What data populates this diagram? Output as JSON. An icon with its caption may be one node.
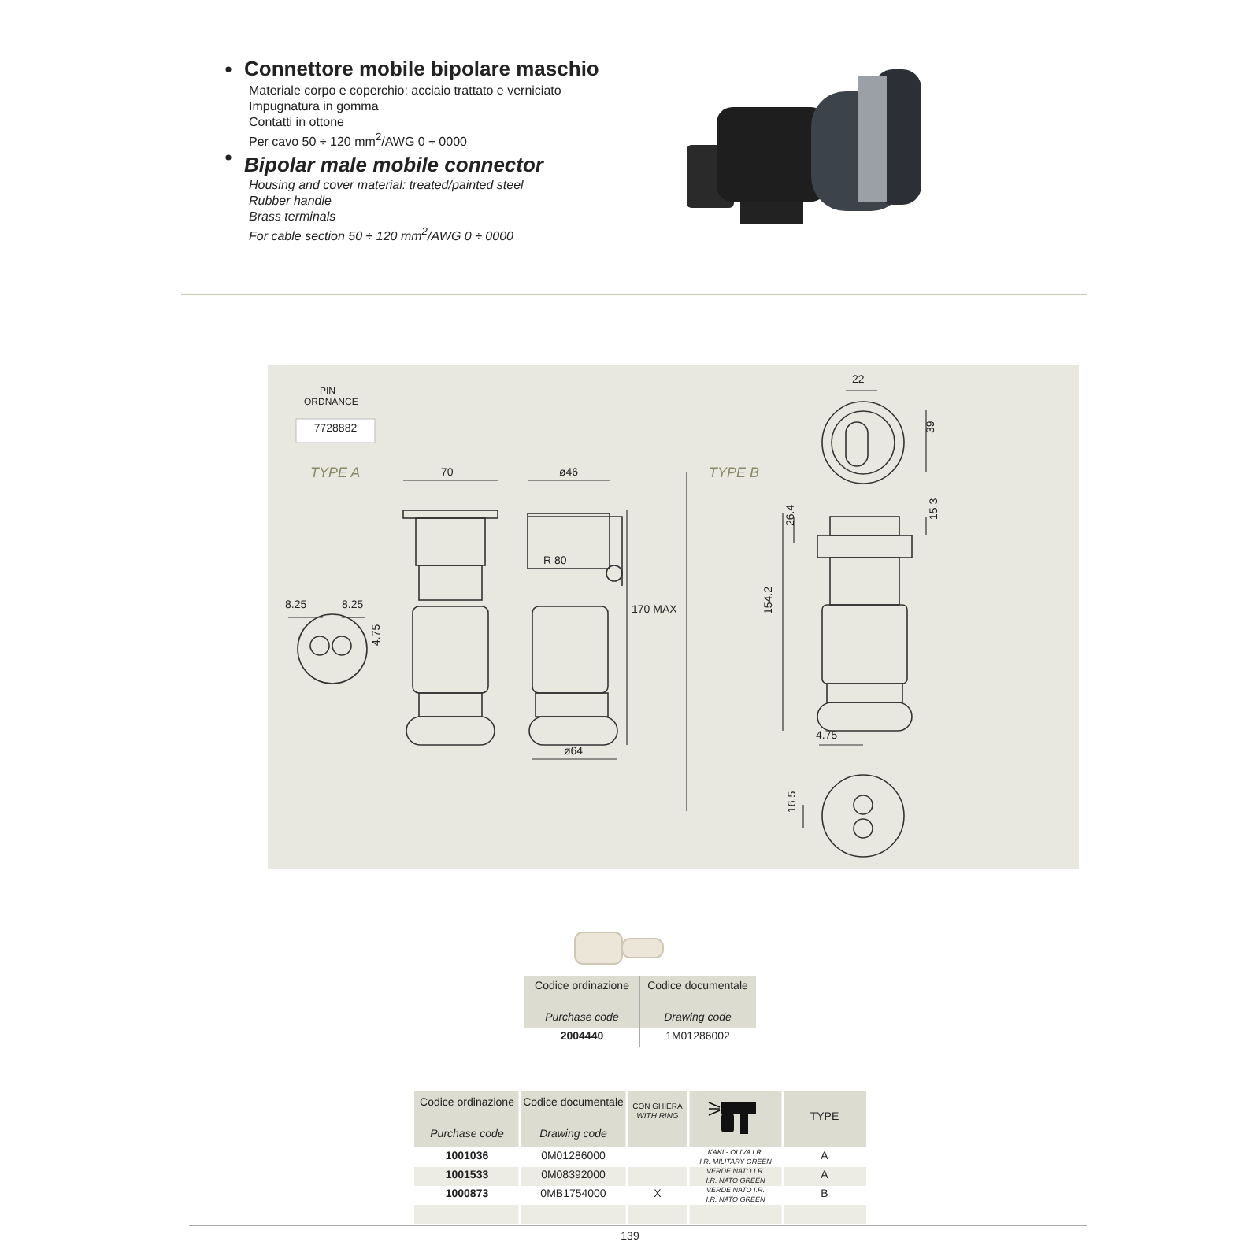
{
  "diagram": {
    "labels": [
      "Connettore mobile bipolare maschio",
      "Materiale corpo e coperchio: acciaio trattato e verniciato",
      "Impugnatura in gomma",
      "Contatti in ottone",
      "Per cavo 50 ÷ 120 mm$^{2}$/AWG 0 ÷ 0000",
      "Bipolar male mobile connector",
      "Housing and cover material: treated/painted steel",
      "Rubber handle",
      "Brass terminals",
      "For cable section 50 ÷ 120 mm$^{2}$/AWG 0 ÷ 0000",
      "PIN ORDNANCE",
      "7728882",
      "TYPE A",
      "70",
      "ø46",
      "R 80",
      "8.25",
      "8.25",
      "4.75",
      "170 MAX",
      "ø64",
      "TYPE B",
      "22",
      "39",
      "26.4",
      "15.3",
      "154.2",
      "4.75",
      "16.5",
      "Codice ordinazione",
      "Purchase code",
      "Codice documentale",
      "Drawing code",
      "2004440",
      "1M01286002",
      "Codice ordinazione",
      "Purchase code",
      "Codice documentale",
      "Drawing code",
      "CON GHIERA",
      "WITH RING",
      "TYPE",
      "1001036",
      "0M01286000",
      "KAKI - OLIVA I.R.",
      "I.R. MILITARY GREEN",
      "A",
      "1001533",
      "0M08392000",
      "VERDE NATO I.R.",
      "I.R. NATO GREEN",
      "A",
      "1000873",
      "0MB1754000",
      "X",
      "VERDE NATO I.R.",
      "I.R. NATO GREEN",
      "B",
      "139"
    ]
  }
}
